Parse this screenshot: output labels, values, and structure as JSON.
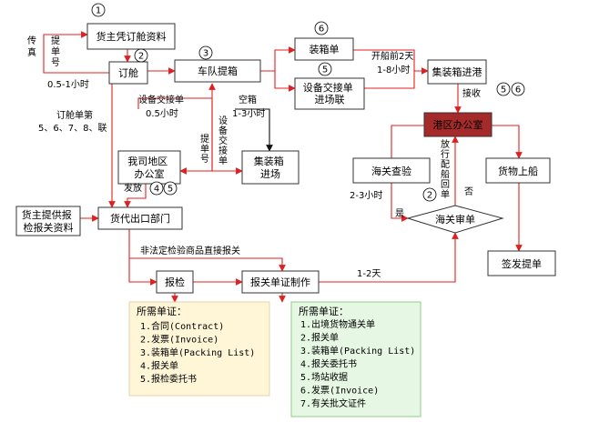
{
  "colors": {
    "flow": "#e02020",
    "port_office_fill": "#a52a2a",
    "port_office_text": "#ffffff",
    "note_left_fill": "#fff6d8",
    "note_right_fill": "#e6f8e4",
    "note_right_border": "#8ccf86"
  },
  "nodes": {
    "shipper_booking": "货主凭订舱资料",
    "booking": "订舱",
    "truck_pickup": "车队提箱",
    "packing_list": "装箱单",
    "eir_entry": "设备交接单\n进场联",
    "container_port": "集装箱进港",
    "port_office": "港区办公室",
    "local_office": "我司地区\n办公室",
    "container_entry": "集装箱\n进场",
    "customs_inspection": "海关查验",
    "cargo_loading": "货物上船",
    "customs_review": "海关审单",
    "sign_bl": "签发提单",
    "shipper_docs": "货主提供报\n检报关资料",
    "forwarder_export": "货代出口部门",
    "inspection": "报检",
    "declaration": "报关单证制作"
  },
  "labels": {
    "fax": "传\n真",
    "bl_no": "提\n单\n号",
    "booking_time": "0.5-1小时",
    "booking_copies": "订舱单第\n5、6、7、8、联",
    "eir": "设备交接单",
    "half_hour": "0.5小时",
    "empty_box": "空箱",
    "one_three_h": "1-3小时",
    "eir_vertical": "设\n备\n交\n接\n单",
    "bl_vertical": "提\n单\n号",
    "before_sail": "开船前2天",
    "one_eight_h": "1-8小时",
    "receive": "接收",
    "release_vertical": "放\n行\n配\n船\n回\n单",
    "no": "否",
    "yes": "是",
    "two_three_h": "2-3小时",
    "issue": "发放",
    "direct_declare": "非法定检验商品直接报关",
    "one_two_days": "1-2天"
  },
  "circles": {
    "c1": "1",
    "c2": "2",
    "c3": "3",
    "c4": "4",
    "c5a": "5",
    "c5b": "5",
    "c5c": "5",
    "c6a": "6",
    "c6b": "6",
    "c2b": "2"
  },
  "notes": {
    "inspection_docs": {
      "title": "所需单证：",
      "items": [
        "1.合同(Contract)",
        "2.发票(Invoice)",
        "3.装箱单(Packing List)",
        "4.报关单",
        "5.报检委托书"
      ]
    },
    "declaration_docs": {
      "title": "所需单证：",
      "items": [
        "1.出境货物通关单",
        "2.报关单",
        "3.装箱单(Packing List)",
        "4.报关委托书",
        "5.场站收据",
        "6.发票(Invoice)",
        "7.有关批文证件"
      ]
    }
  }
}
